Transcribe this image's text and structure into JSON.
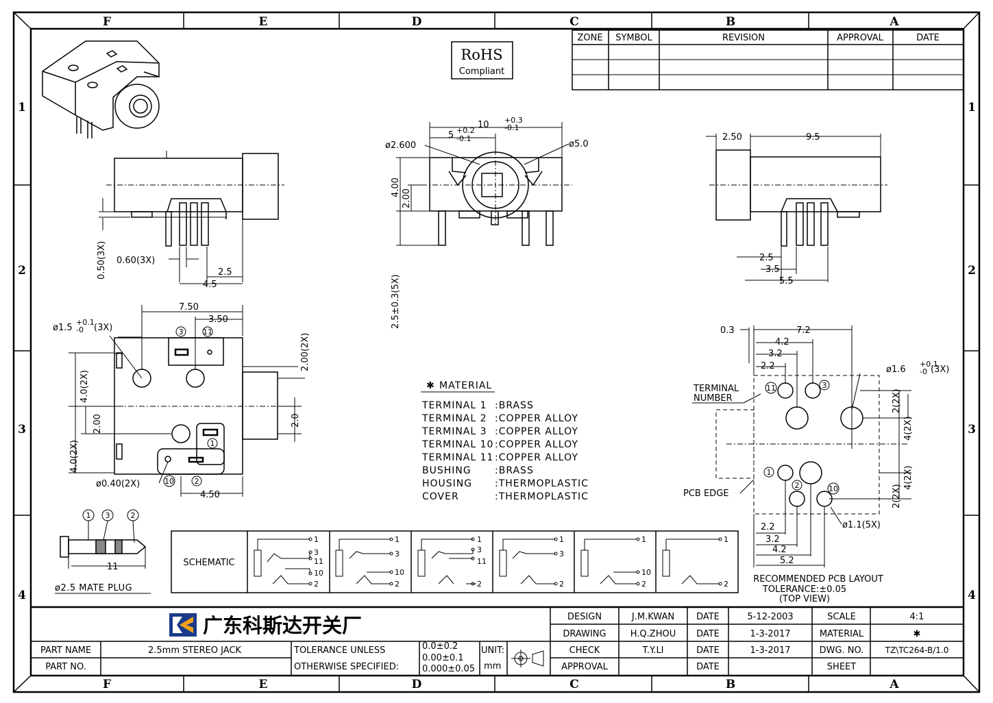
{
  "zones": {
    "columns": [
      "F",
      "E",
      "D",
      "C",
      "B",
      "A"
    ],
    "rows": [
      "1",
      "2",
      "3",
      "4"
    ]
  },
  "revision_table": {
    "headers": [
      "ZONE",
      "SYMBOL",
      "REVISION",
      "APPROVAL",
      "DATE"
    ]
  },
  "rohs": {
    "line1": "RoHS",
    "line2": "Compliant"
  },
  "dims": {
    "front_width": "10",
    "front_width_tol_up": "+0.3",
    "front_width_tol_dn": "-0.1",
    "front_half": "5",
    "front_half_tol_up": "+0.2",
    "front_half_tol_dn": "-0.1",
    "hole_dia": "ø2.600",
    "outer_dia": "ø5.0",
    "height_total": "4.00",
    "height_center": "2.00",
    "pin_length": "2.5±0.3(5X)",
    "side_r_a": "2.50",
    "side_r_b": "9.5",
    "side_r_c": "2.5",
    "side_r_d": "3.5",
    "side_r_e": "5.5",
    "side_l_a": "0.50(3X)",
    "side_l_b": "0.60(3X)",
    "side_l_c": "2.5",
    "side_l_d": "4.5",
    "top_a": "7.50",
    "top_b": "3.50",
    "top_c": "2.00(2X)",
    "top_hole": "ø1.5",
    "top_hole_tol_up": "+0.1",
    "top_hole_tol_dn": "-0",
    "top_hole_count": "(3X)",
    "top_d": "4.0(2X)",
    "top_e": "2.00",
    "top_f": "4.0(2X)",
    "top_g": "2.0",
    "top_h": "ø0.40(2X)",
    "top_i": "4.50",
    "pcb_a": "0.3",
    "pcb_b": "7.2",
    "pcb_c": "4.2",
    "pcb_d": "3.2",
    "pcb_e": "2.2",
    "pcb_hole": "ø1.6",
    "pcb_hole_tol_up": "+0.1",
    "pcb_hole_tol_dn": "-0",
    "pcb_hole_count": "(3X)",
    "pcb_f": "2(2X)",
    "pcb_g": "4(2X)",
    "pcb_h": "4(2X)",
    "pcb_i": "2(2X)",
    "pcb_j": "2.2",
    "pcb_k": "3.2",
    "pcb_l": "4.2",
    "pcb_m": "5.2",
    "pcb_n": "ø1.1(5X)",
    "plug_len": "11"
  },
  "labels": {
    "terminal_number_1": "TERMINAL",
    "terminal_number_2": "NUMBER",
    "pcb_edge": "PCB EDGE",
    "pcb_layout_1": "RECOMMENDED PCB LAYOUT",
    "pcb_layout_2": "TOLERANCE:±0.05",
    "pcb_layout_3": "(TOP VIEW)",
    "mate_plug": "ø2.5 MATE PLUG",
    "schematic": "SCHEMATIC"
  },
  "terminals": [
    "1",
    "2",
    "3",
    "10",
    "11"
  ],
  "material": {
    "title": "MATERIAL",
    "star": "✱",
    "rows": [
      {
        "part": "TERMINAL  1",
        "mat": ":BRASS"
      },
      {
        "part": "TERMINAL  2",
        "mat": ":COPPER  ALLOY"
      },
      {
        "part": "TERMINAL  3",
        "mat": ":COPPER  ALLOY"
      },
      {
        "part": "TERMINAL  10",
        "mat": ":COPPER  ALLOY"
      },
      {
        "part": "TERMINAL  11",
        "mat": ":COPPER  ALLOY"
      },
      {
        "part": "BUSHING",
        "mat": ":BRASS"
      },
      {
        "part": "HOUSING",
        "mat": ":THERMOPLASTIC"
      },
      {
        "part": "COVER",
        "mat": ":THERMOPLASTIC"
      }
    ]
  },
  "title_block": {
    "company": "广东科斯达开关厂",
    "part_name_label": "PART NAME",
    "part_name": "2.5mm  STEREO  JACK",
    "part_no_label": "PART NO.",
    "tolerance_1": "TOLERANCE  UNLESS",
    "tolerance_2": "OTHERWISE  SPECIFIED:",
    "tol_a": "0.0±0.2",
    "tol_b": "0.00±0.1",
    "tol_c": "0.000±0.05",
    "unit_label": "UNIT:",
    "unit": "mm",
    "design_label": "DESIGN",
    "design": "J.M.KWAN",
    "drawing_label": "DRAWING",
    "drawing": "H.Q.ZHOU",
    "check_label": "CHECK",
    "check": "T.Y.LI",
    "approval_label": "APPROVAL",
    "date_label": "DATE",
    "date1": "5-12-2003",
    "date2": "1-3-2017",
    "date3": "1-3-2017",
    "scale_label": "SCALE",
    "scale": "4:1",
    "material_label": "MATERIAL",
    "material": "✱",
    "dwg_label": "DWG. NO.",
    "dwg": "TZ\\TC264-B/1.0",
    "sheet_label": "SHEET"
  }
}
